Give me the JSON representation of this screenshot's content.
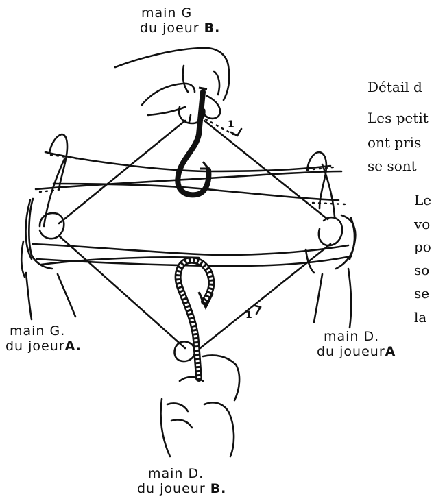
{
  "labels": {
    "top": {
      "line1": "main G",
      "line2": "du joeur",
      "player": "B."
    },
    "left": {
      "line1": "main G.",
      "line2": "du joeur",
      "player": "A."
    },
    "right": {
      "line1": "main D.",
      "line2": "du joueur",
      "player": "A"
    },
    "bottom": {
      "line1": "main D.",
      "line2": "du joueur",
      "player": "B."
    }
  },
  "markers": {
    "upper": "1",
    "lower": "1"
  },
  "text_fragments": [
    "Détail d",
    "Les petit",
    "ont pris",
    "se sont",
    "Le",
    "vo",
    "po",
    "so",
    "se",
    "la"
  ],
  "colors": {
    "ink": "#111111",
    "paper": "#ffffff"
  }
}
